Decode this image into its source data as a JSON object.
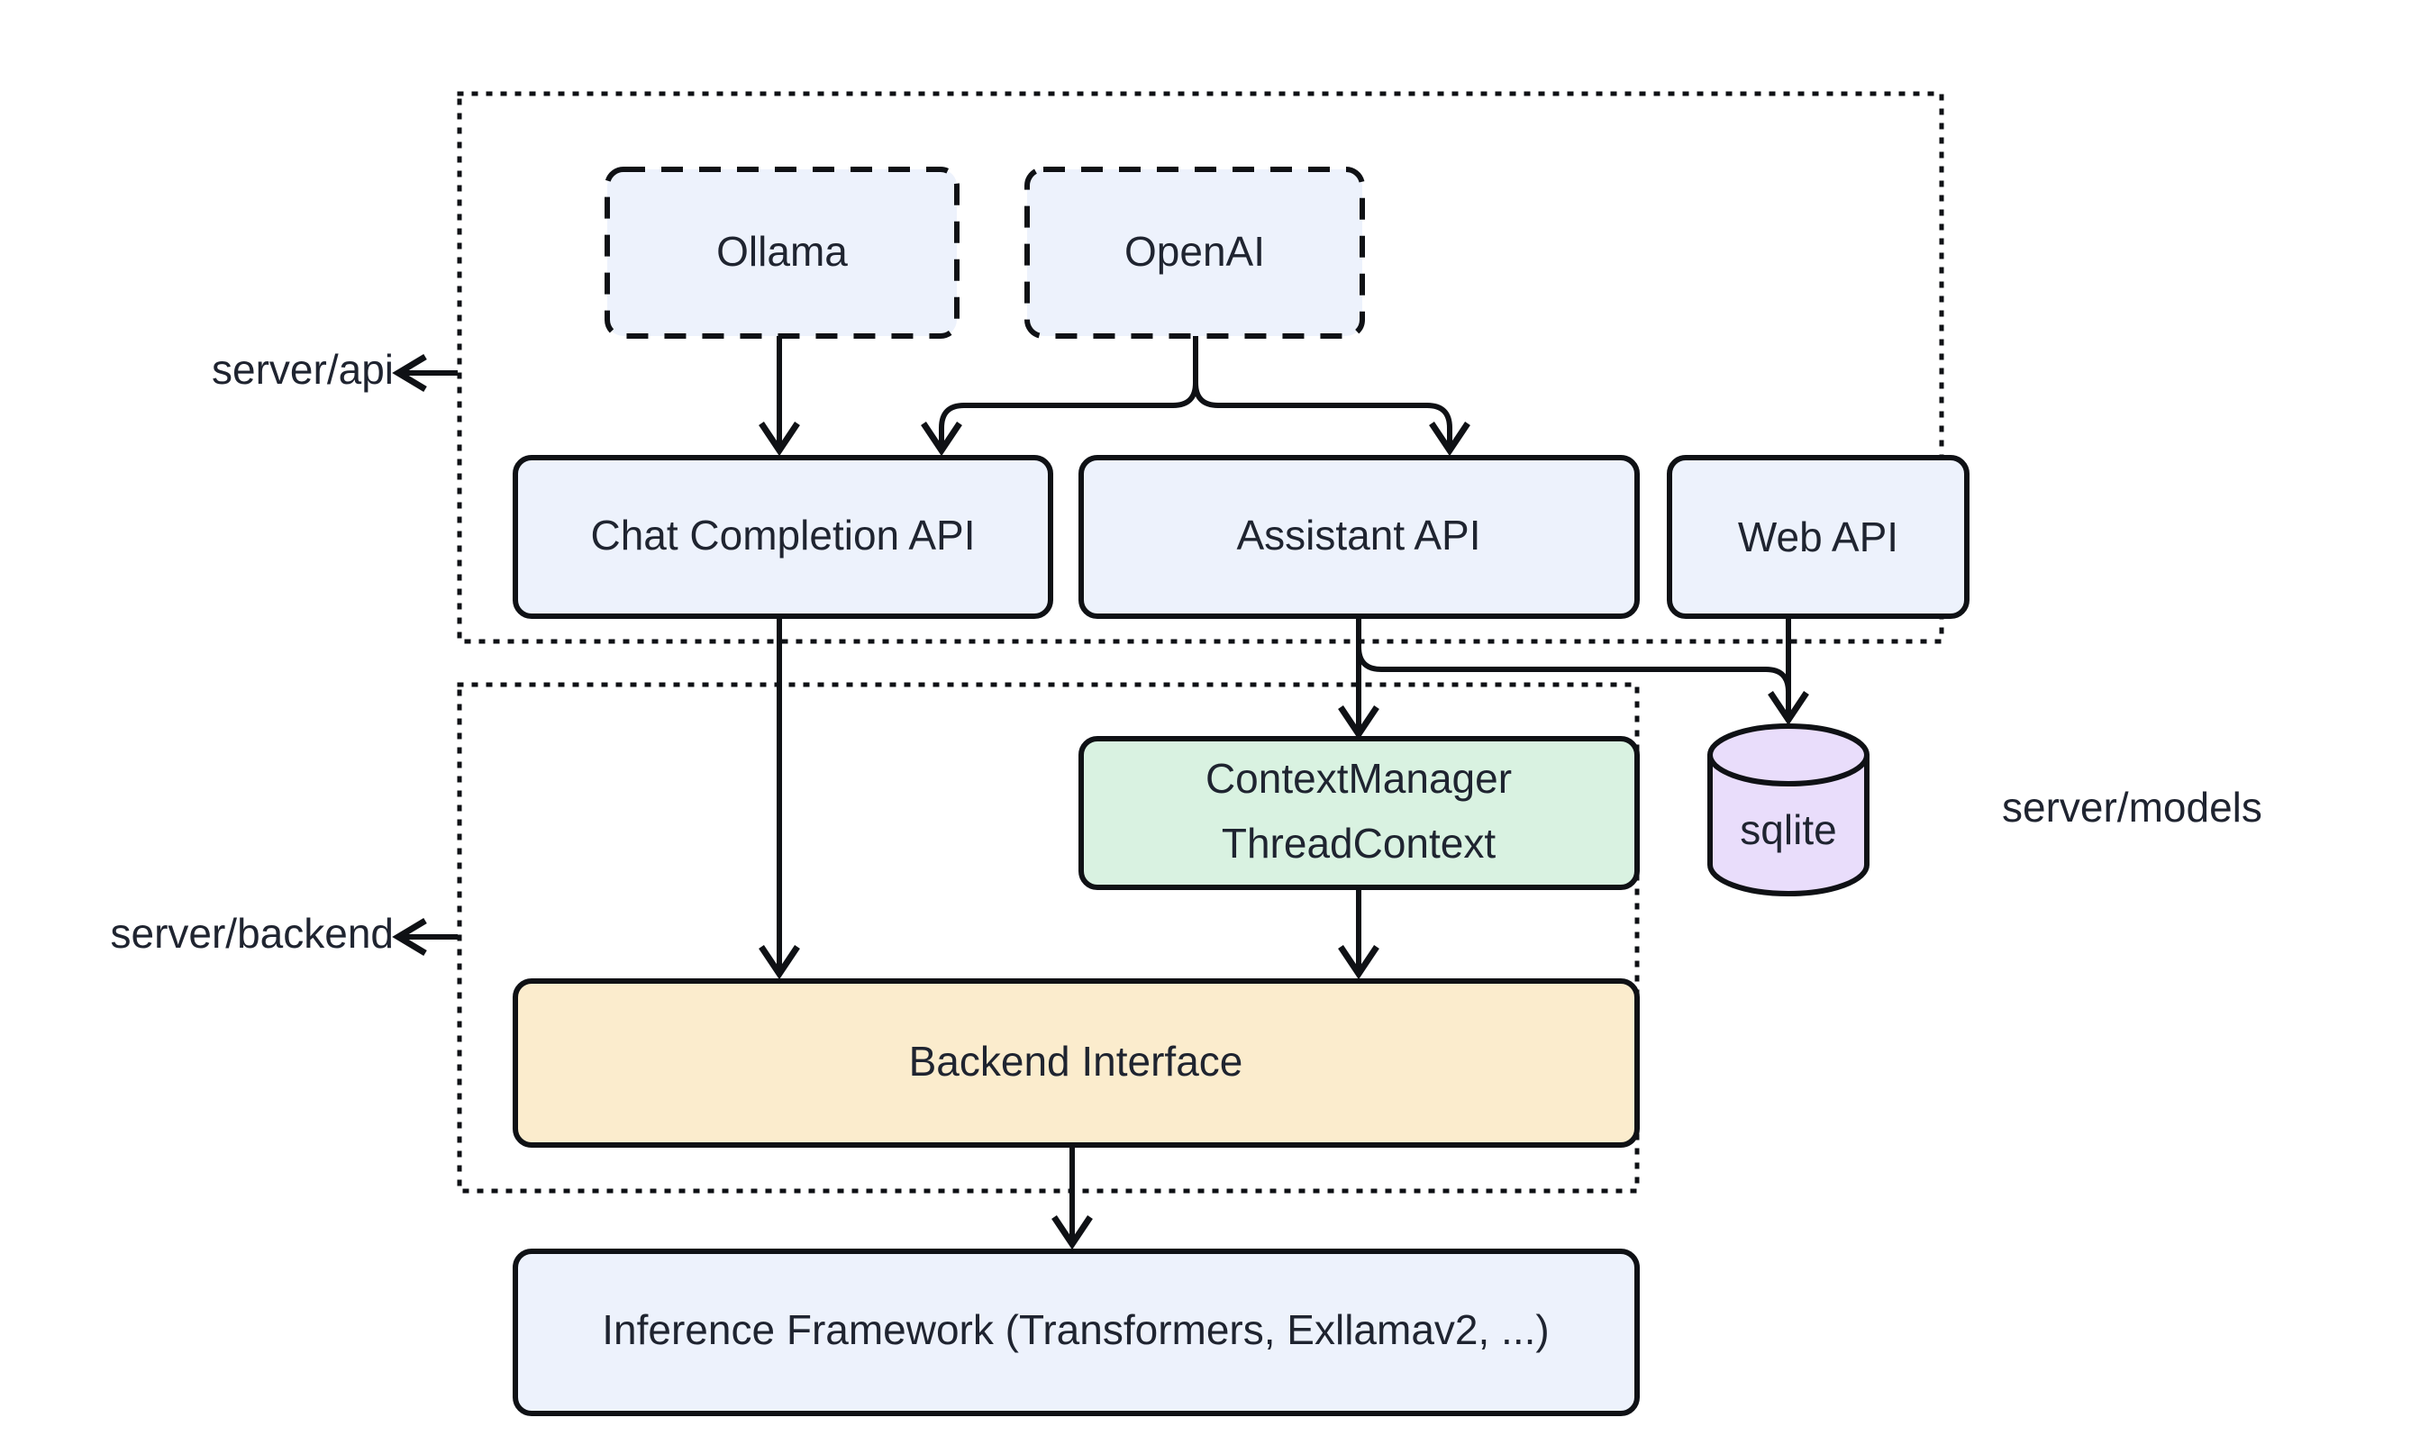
{
  "diagram": {
    "type": "architecture-flowchart",
    "background_color": "#ffffff",
    "line_color": "#0f1115",
    "text_color": "#1f2430",
    "clusters": [
      {
        "id": "api",
        "label": "server/api",
        "label_position": "left",
        "has_arrow": true,
        "border_style": "dotted"
      },
      {
        "id": "backend",
        "label": "server/backend",
        "label_position": "left",
        "has_arrow": true,
        "border_style": "dotted"
      },
      {
        "id": "models",
        "label": "server/models",
        "label_position": "right",
        "has_arrow": false,
        "border_style": "none"
      }
    ],
    "nodes": [
      {
        "id": "ollama",
        "label": "Ollama",
        "shape": "rounded-rect",
        "border": "dashed",
        "fill": "#edf2fc"
      },
      {
        "id": "openai",
        "label": "OpenAI",
        "shape": "rounded-rect",
        "border": "dashed",
        "fill": "#edf2fc"
      },
      {
        "id": "chat_api",
        "label": "Chat Completion API",
        "shape": "rounded-rect",
        "border": "solid",
        "fill": "#edf2fc"
      },
      {
        "id": "asst_api",
        "label": "Assistant API",
        "shape": "rounded-rect",
        "border": "solid",
        "fill": "#edf2fc"
      },
      {
        "id": "web_api",
        "label": "Web API",
        "shape": "rounded-rect",
        "border": "solid",
        "fill": "#edf2fc"
      },
      {
        "id": "ctxmgr",
        "label_line1": "ContextManager",
        "label_line2": "ThreadContext",
        "shape": "rounded-rect",
        "border": "solid",
        "fill": "#d9f2e1"
      },
      {
        "id": "sqlite",
        "label": "sqlite",
        "shape": "cylinder",
        "border": "solid",
        "fill": "#e9ddfb"
      },
      {
        "id": "backend_if",
        "label": "Backend Interface",
        "shape": "rounded-rect",
        "border": "solid",
        "fill": "#fbeccd"
      },
      {
        "id": "inference",
        "label": "Inference Framework (Transformers, Exllamav2, ...)",
        "shape": "rounded-rect",
        "border": "solid",
        "fill": "#edf2fc"
      }
    ],
    "edges": [
      {
        "from": "ollama",
        "to": "chat_api",
        "style": "solid",
        "arrow": "down"
      },
      {
        "from": "openai",
        "to": "chat_api",
        "style": "solid",
        "arrow": "down"
      },
      {
        "from": "openai",
        "to": "asst_api",
        "style": "solid",
        "arrow": "down"
      },
      {
        "from": "chat_api",
        "to": "backend_if",
        "style": "solid",
        "arrow": "down"
      },
      {
        "from": "asst_api",
        "to": "ctxmgr",
        "style": "solid",
        "arrow": "down"
      },
      {
        "from": "asst_api",
        "to": "sqlite",
        "style": "solid",
        "arrow": "down"
      },
      {
        "from": "web_api",
        "to": "sqlite",
        "style": "solid",
        "arrow": "down"
      },
      {
        "from": "ctxmgr",
        "to": "backend_if",
        "style": "solid",
        "arrow": "down"
      },
      {
        "from": "backend_if",
        "to": "inference",
        "style": "solid",
        "arrow": "down"
      }
    ]
  }
}
